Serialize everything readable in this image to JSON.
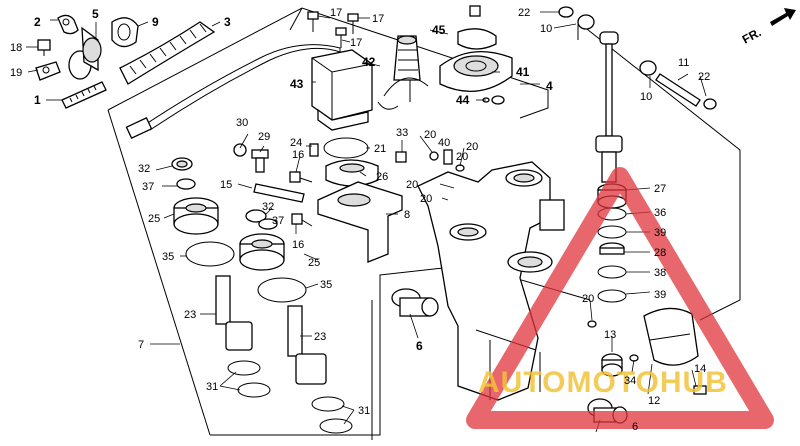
{
  "orientation": {
    "arrow_label": "FR."
  },
  "watermark": {
    "text": "AUTOMOTOHUB",
    "color_red": "#e0343b",
    "color_yellow": "#f2c23a"
  },
  "callouts": [
    {
      "id": "c1",
      "text": "1"
    },
    {
      "id": "c2",
      "text": "2"
    },
    {
      "id": "c3",
      "text": "3"
    },
    {
      "id": "c4",
      "text": "4"
    },
    {
      "id": "c5",
      "text": "5"
    },
    {
      "id": "c6a",
      "text": "6"
    },
    {
      "id": "c6b",
      "text": "6"
    },
    {
      "id": "c7",
      "text": "7"
    },
    {
      "id": "c8",
      "text": "8"
    },
    {
      "id": "c9",
      "text": "9"
    },
    {
      "id": "c10a",
      "text": "10"
    },
    {
      "id": "c10b",
      "text": "10"
    },
    {
      "id": "c11",
      "text": "11"
    },
    {
      "id": "c12",
      "text": "12"
    },
    {
      "id": "c13",
      "text": "13"
    },
    {
      "id": "c14",
      "text": "14"
    },
    {
      "id": "c15",
      "text": "15"
    },
    {
      "id": "c16a",
      "text": "16"
    },
    {
      "id": "c16b",
      "text": "16"
    },
    {
      "id": "c17a",
      "text": "17"
    },
    {
      "id": "c17b",
      "text": "17"
    },
    {
      "id": "c17c",
      "text": "17"
    },
    {
      "id": "c18",
      "text": "18"
    },
    {
      "id": "c19",
      "text": "19"
    },
    {
      "id": "c20a",
      "text": "20"
    },
    {
      "id": "c20b",
      "text": "20"
    },
    {
      "id": "c20c",
      "text": "20"
    },
    {
      "id": "c20d",
      "text": "20"
    },
    {
      "id": "c20e",
      "text": "20"
    },
    {
      "id": "c20f",
      "text": "20"
    },
    {
      "id": "c21",
      "text": "21"
    },
    {
      "id": "c22a",
      "text": "22"
    },
    {
      "id": "c22b",
      "text": "22"
    },
    {
      "id": "c23a",
      "text": "23"
    },
    {
      "id": "c23b",
      "text": "23"
    },
    {
      "id": "c24",
      "text": "24"
    },
    {
      "id": "c25a",
      "text": "25"
    },
    {
      "id": "c25b",
      "text": "25"
    },
    {
      "id": "c26",
      "text": "26"
    },
    {
      "id": "c27",
      "text": "27"
    },
    {
      "id": "c28",
      "text": "28"
    },
    {
      "id": "c29",
      "text": "29"
    },
    {
      "id": "c30",
      "text": "30"
    },
    {
      "id": "c31a",
      "text": "31"
    },
    {
      "id": "c31b",
      "text": "31"
    },
    {
      "id": "c32a",
      "text": "32"
    },
    {
      "id": "c32b",
      "text": "32"
    },
    {
      "id": "c33",
      "text": "33"
    },
    {
      "id": "c34",
      "text": "34"
    },
    {
      "id": "c35a",
      "text": "35"
    },
    {
      "id": "c35b",
      "text": "35"
    },
    {
      "id": "c36",
      "text": "36"
    },
    {
      "id": "c37a",
      "text": "37"
    },
    {
      "id": "c37b",
      "text": "37"
    },
    {
      "id": "c38",
      "text": "38"
    },
    {
      "id": "c39a",
      "text": "39"
    },
    {
      "id": "c39b",
      "text": "39"
    },
    {
      "id": "c40",
      "text": "40"
    },
    {
      "id": "c41",
      "text": "41"
    },
    {
      "id": "c42",
      "text": "42"
    },
    {
      "id": "c43",
      "text": "43"
    },
    {
      "id": "c44",
      "text": "44"
    },
    {
      "id": "c45",
      "text": "45"
    }
  ]
}
